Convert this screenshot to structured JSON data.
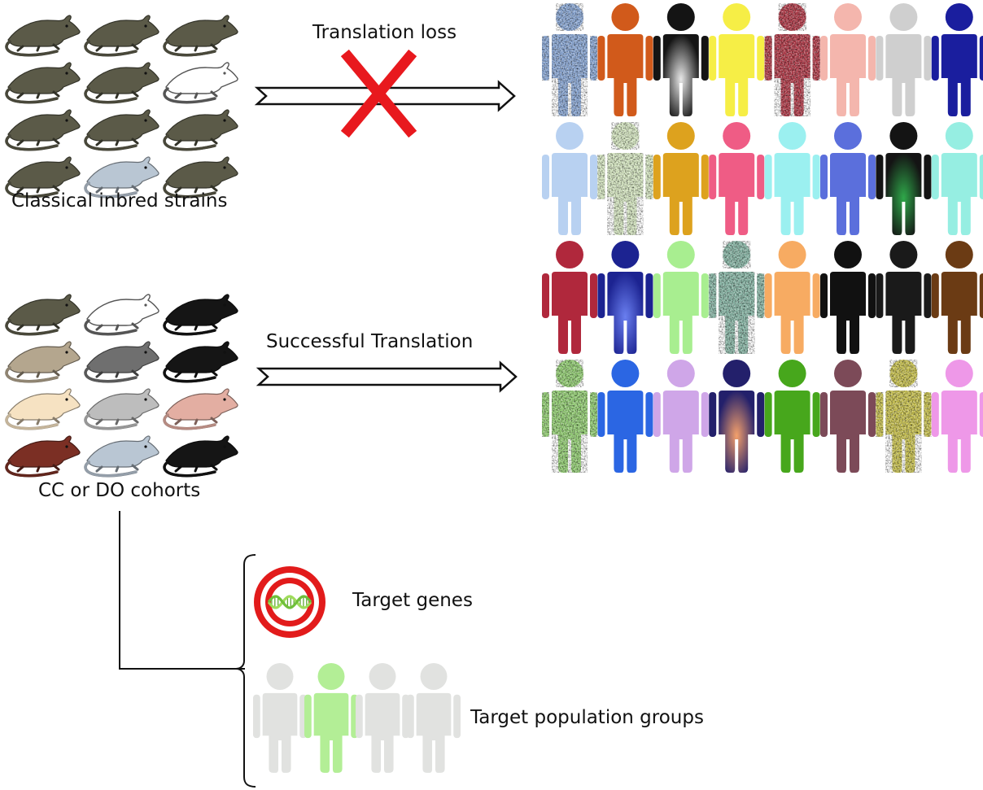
{
  "labels": {
    "classical_strains": "Classical inbred strains",
    "cc_do_cohorts": "CC or DO cohorts",
    "translation_loss": "Translation loss",
    "successful_translation": "Successful Translation",
    "target_genes": "Target genes",
    "target_population_groups": "Target population groups"
  },
  "mice_classical": [
    [
      "#5b5a48",
      "#5b5a48",
      "#5b5a48"
    ],
    [
      "#5b5a48",
      "#5b5a48",
      "#ffffff"
    ],
    [
      "#5b5a48",
      "#5b5a48",
      "#5b5a48"
    ],
    [
      "#5b5a48",
      "#b9c6d3",
      "#5b5a48"
    ]
  ],
  "mice_diverse": [
    [
      "#5b5a48",
      "#ffffff",
      "#151515"
    ],
    [
      "#b4a68e",
      "#6f6f6f",
      "#151515"
    ],
    [
      "#f6e2c2",
      "#bdbdbd",
      "#e3aea2"
    ],
    [
      "#7b2f24",
      "#b9c6d3",
      "#151515"
    ]
  ],
  "people": [
    [
      {
        "color": "#8aa8d6",
        "pattern": "texture"
      },
      {
        "color": "#d15a1b"
      },
      {
        "color": "#141414",
        "pattern": "glow",
        "glow": "#e8e8e8"
      },
      {
        "color": "#f6ee46"
      },
      {
        "color": "#b23a48",
        "pattern": "texture"
      },
      {
        "color": "#f4b6ad"
      },
      {
        "color": "#cfcfcf"
      },
      {
        "color": "#1a1e9e"
      }
    ],
    [
      {
        "color": "#b8d1f1"
      },
      {
        "color": "#d7e8c2",
        "pattern": "texture"
      },
      {
        "color": "#dda21e"
      },
      {
        "color": "#ef5c85"
      },
      {
        "color": "#9bf0f0"
      },
      {
        "color": "#5b6fdc"
      },
      {
        "color": "#141414",
        "pattern": "glow",
        "glow": "#2fa84a"
      },
      {
        "color": "#96eee2"
      }
    ],
    [
      {
        "color": "#b0283c"
      },
      {
        "color": "#1c2391",
        "pattern": "glow",
        "glow": "#6a7ff0"
      },
      {
        "color": "#a8ee90"
      },
      {
        "color": "#88b7a6",
        "pattern": "texture"
      },
      {
        "color": "#f7ab62"
      },
      {
        "color": "#111111"
      },
      {
        "color": "#1a1a1a"
      },
      {
        "color": "#6b3b14"
      }
    ],
    [
      {
        "color": "#93cf73",
        "pattern": "texture"
      },
      {
        "color": "#2b66e3"
      },
      {
        "color": "#cfa6e8"
      },
      {
        "color": "#23206b",
        "pattern": "glow",
        "glow": "#f4a06b"
      },
      {
        "color": "#47a71c"
      },
      {
        "color": "#7c4a58"
      },
      {
        "color": "#c9c24e",
        "pattern": "texture"
      },
      {
        "color": "#ee98e8"
      }
    ]
  ],
  "target_population": [
    "#e1e2e0",
    "#b3ee96",
    "#e1e2e0",
    "#e1e2e0"
  ],
  "colors": {
    "cross": "#e8191e",
    "target_ring": "#e21b1b",
    "dna": "#9fdc5b",
    "arrow": "#111111"
  }
}
